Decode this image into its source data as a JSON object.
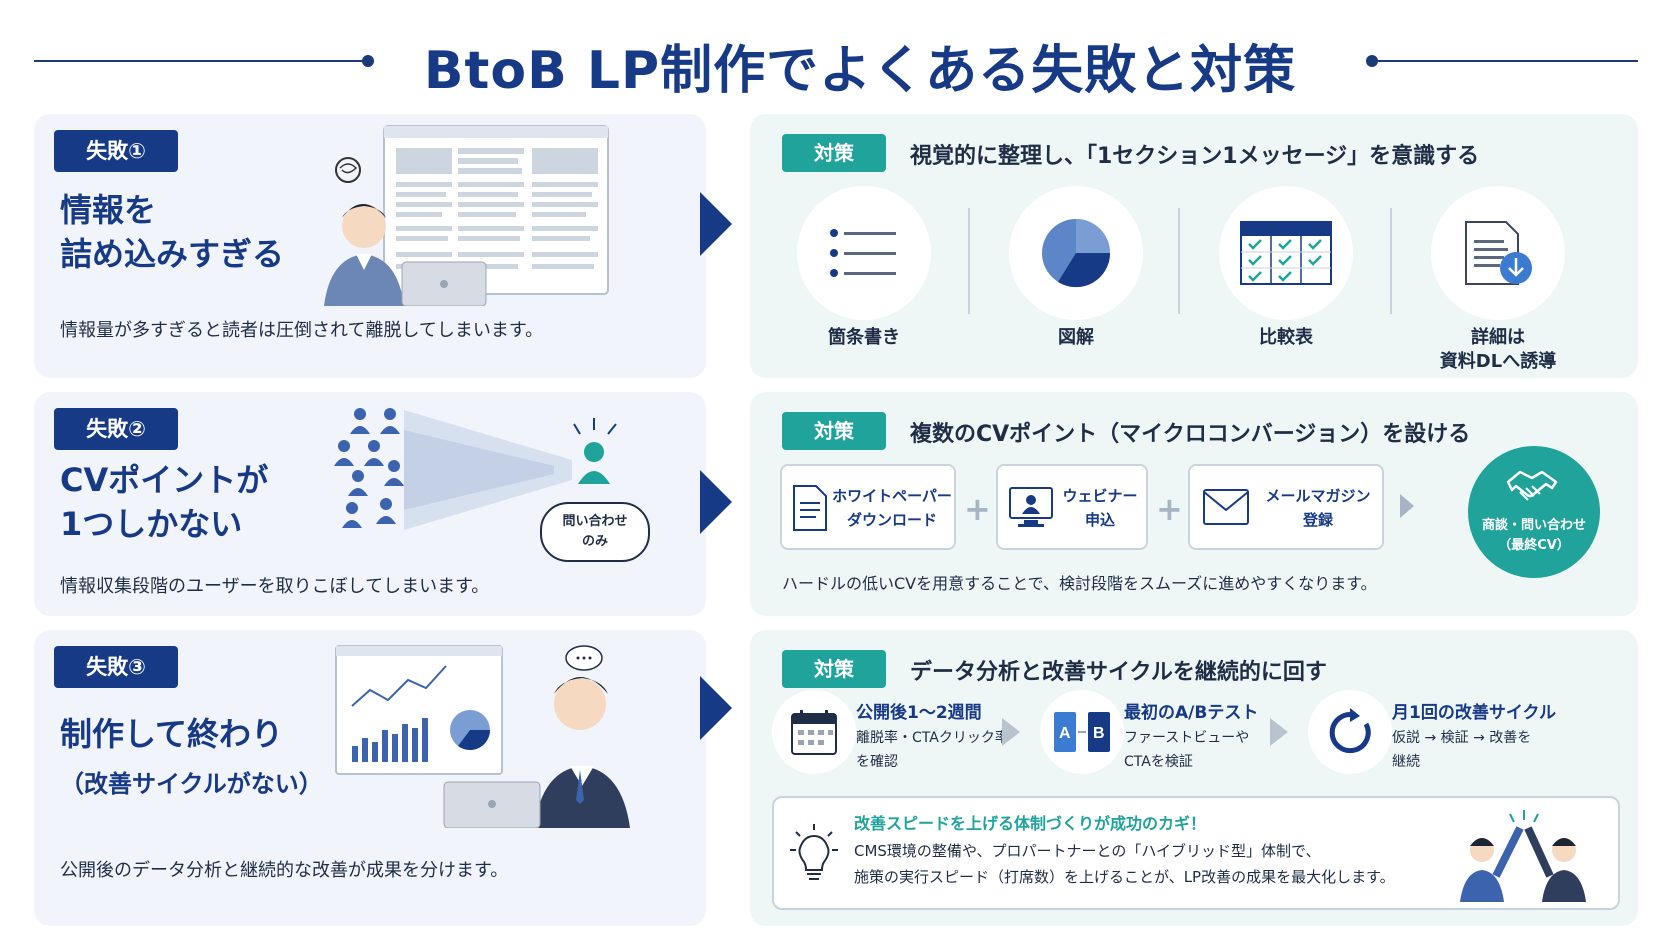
{
  "title": "BtoB LP制作でよくある失敗と対策",
  "failures": [
    {
      "badge": "失敗①",
      "heading_line1": "情報を",
      "heading_line2": "詰め込みすぎる",
      "description": "情報量が多すぎると読者は圧倒されて離脱してしまいます。"
    },
    {
      "badge": "失敗②",
      "heading_line1": "CVポイントが",
      "heading_line2": "1つしかない",
      "bubble_line1": "問い合わせ",
      "bubble_line2": "のみ",
      "description": "情報収集段階のユーザーを取りこぼしてしまいます。"
    },
    {
      "badge": "失敗③",
      "heading_line1": "制作して終わり",
      "heading_line2": "（改善サイクルがない）",
      "description": "公開後のデータ分析と継続的な改善が成果を分けます。"
    }
  ],
  "solutions": [
    {
      "badge": "対策",
      "heading": "視覚的に整理し、「1セクション1メッセージ」を意識する",
      "items": [
        {
          "label": "箇条書き",
          "icon": "bullet-list-icon"
        },
        {
          "label": "図解",
          "icon": "pie-chart-icon"
        },
        {
          "label": "比較表",
          "icon": "comparison-table-icon"
        },
        {
          "label_line1": "詳細は",
          "label_line2": "資料DLへ誘導",
          "icon": "document-download-icon"
        }
      ]
    },
    {
      "badge": "対策",
      "heading": "複数のCVポイント（マイクロコンバージョン）を設ける",
      "boxes": [
        {
          "line1": "ホワイトペーパー",
          "line2": "ダウンロード",
          "icon": "document-icon"
        },
        {
          "line1": "ウェビナー",
          "line2": "申込",
          "icon": "webinar-icon"
        },
        {
          "line1": "メールマガジン",
          "line2": "登録",
          "icon": "mail-icon"
        }
      ],
      "final_line1": "商談・問い合わせ",
      "final_line2": "（最終CV）",
      "note": "ハードルの低いCVを用意することで、検討段階をスムーズに進めやすくなります。"
    },
    {
      "badge": "対策",
      "heading": "データ分析と改善サイクルを継続的に回す",
      "steps": [
        {
          "title": "公開後1〜2週間",
          "desc1": "離脱率・CTAクリック率",
          "desc2": "を確認",
          "icon": "calendar-icon"
        },
        {
          "title": "最初のA/Bテスト",
          "desc1": "ファーストビューや",
          "desc2": "CTAを検証",
          "icon": "ab-test-icon"
        },
        {
          "title": "月1回の改善サイクル",
          "desc1": "仮説 → 検証 → 改善を",
          "desc2": "継続",
          "icon": "cycle-icon"
        }
      ],
      "tip_title": "改善スピードを上げる体制づくりが成功のカギ！",
      "tip_line1": "CMS環境の整備や、プロパートナーとの「ハイブリッド型」体制で、",
      "tip_line2": "施策の実行スピード（打席数）を上げることが、LP改善の成果を最大化します。"
    }
  ],
  "colors": {
    "navy": "#173a86",
    "teal": "#1fa39b",
    "fail_panel_bg": "#f1f5fb",
    "solution_panel_bg": "#eef6f6"
  }
}
